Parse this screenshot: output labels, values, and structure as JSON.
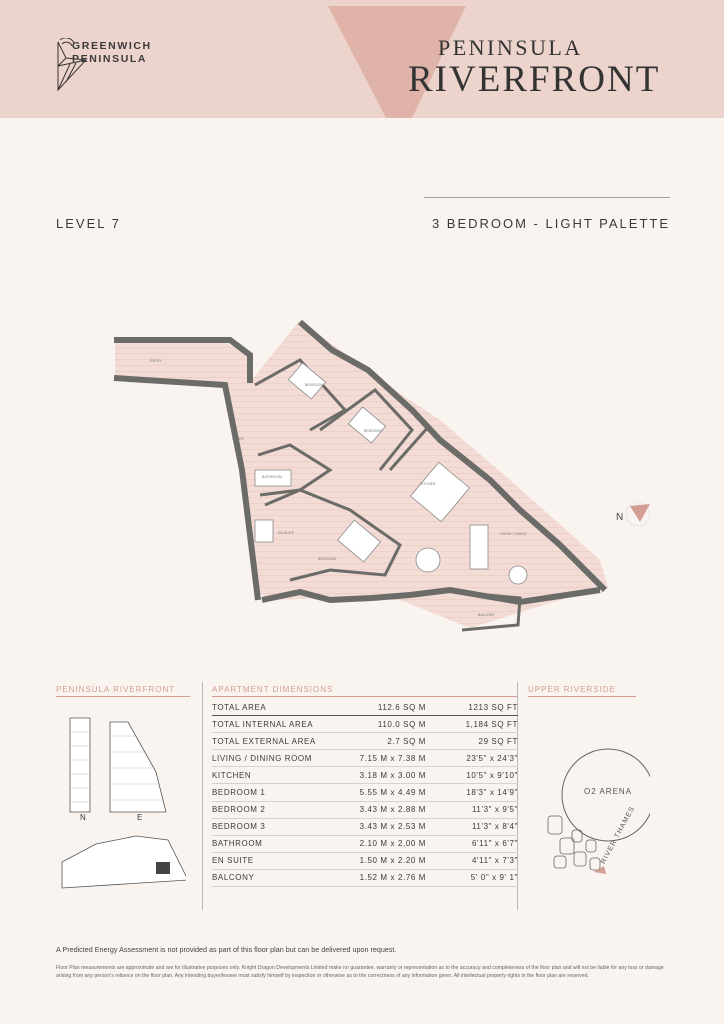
{
  "header": {
    "logo_line1": "GREENWICH",
    "logo_line2": "PENINSULA",
    "brand_top": "PENINSULA",
    "brand_main": "RIVERFRONT"
  },
  "level": "LEVEL 7",
  "unit_type": "3 BEDROOM - LIGHT PALETTE",
  "plan_labels": {
    "bedroom": "BEDROOM",
    "en_suite": "EN SUITE",
    "bathroom": "BATHROOM",
    "living": "LIVING / DINING",
    "kitchen": "KITCHEN",
    "entry": "ENTRY",
    "store": "STORE",
    "balcony": "BALCONY",
    "north": "N"
  },
  "sections": {
    "left": "PENINSULA RIVERFRONT",
    "middle": "APARTMENT DIMENSIONS",
    "right": "UPPER RIVERSIDE"
  },
  "dimensions": [
    {
      "room": "TOTAL AREA",
      "metric": "112.6 SQ M",
      "imperial": "1213 SQ FT"
    },
    {
      "room": "TOTAL INTERNAL AREA",
      "metric": "110.0 SQ M",
      "imperial": "1,184 SQ FT"
    },
    {
      "room": "TOTAL EXTERNAL AREA",
      "metric": "2.7 SQ M",
      "imperial": "29 SQ FT"
    },
    {
      "room": "LIVING / DINING ROOM",
      "metric": "7.15 M x 7.38 M",
      "imperial": "23'5\" x 24'3\""
    },
    {
      "room": "KITCHEN",
      "metric": "3.18 M x 3.00 M",
      "imperial": "10'5\" x 9'10\""
    },
    {
      "room": "BEDROOM 1",
      "metric": "5.55 M x 4.49 M",
      "imperial": "18'3\" x 14'9\""
    },
    {
      "room": "BEDROOM 2",
      "metric": "3.43 M x 2.88 M",
      "imperial": "11'3\" x 9'5\""
    },
    {
      "room": "BEDROOM 3",
      "metric": "3.43 M x 2.53 M",
      "imperial": "11'3\" x 8'4\""
    },
    {
      "room": "BATHROOM",
      "metric": "2.10 M x 2.00 M",
      "imperial": "6'11\" x 6'7\""
    },
    {
      "room": "EN SUITE",
      "metric": "1.50 M x 2.20 M",
      "imperial": "4'11\" x 7'3\""
    },
    {
      "room": "BALCONY",
      "metric": "1.52 M x 2.76 M",
      "imperial": "5' 0\" x 9' 1\""
    }
  ],
  "building": {
    "n_label": "N",
    "e_label": "E"
  },
  "map": {
    "o2": "O2 ARENA",
    "river": "RIVER THAMES"
  },
  "footer": {
    "line1": "A Predicted Energy Assessment is not provided as part of this floor plan but can be delivered upon request.",
    "line2": "Floor Plan measurements are approximate and are for illustrative purposes only. Knight Dragon Developments Limited make no guarantee, warranty or representation as to the accuracy and completeness of the floor plan and will not be liable for any loss or damage arising from any person's reliance on the floor plan. Any intending buyer/lessee must satisfy himself by inspection or otherwise as to the correctness of any information given. All intellectual property rights in the floor plan are reserved."
  },
  "colors": {
    "header_bg": "#ecd3cc",
    "accent": "#d29d92",
    "wall": "#6b6b68",
    "floor": "#f3dcd5"
  }
}
